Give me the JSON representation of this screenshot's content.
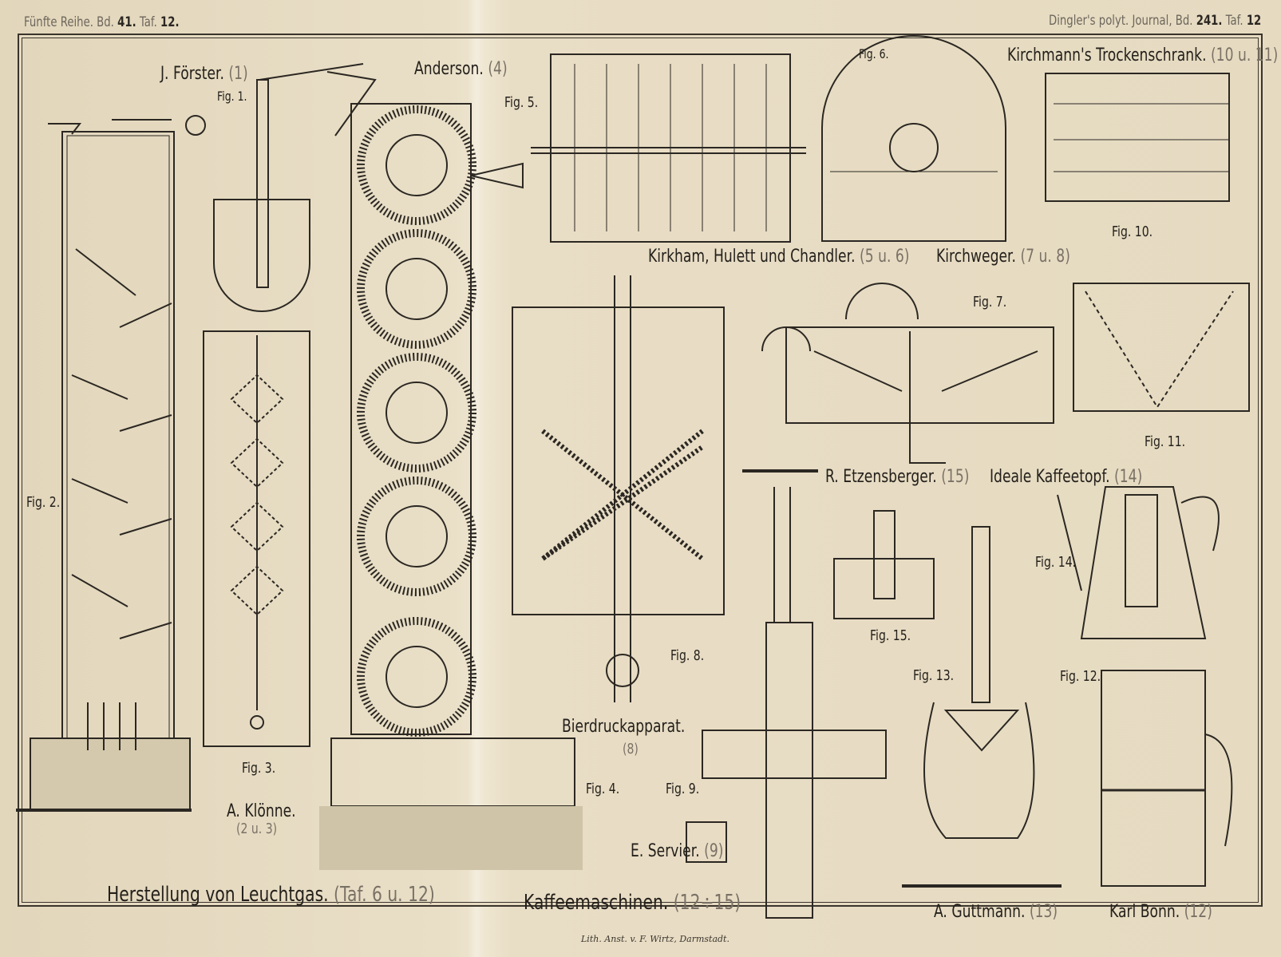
{
  "header": {
    "left": {
      "series": "Fünfte Reihe. Bd.",
      "volume": "41.",
      "taf_label": "Taf.",
      "taf": "12."
    },
    "right": {
      "journal": "Dingler's polyt. Journal, Bd.",
      "volume": "241.",
      "taf_label": "Taf.",
      "taf": "12"
    }
  },
  "labels": {
    "foerster": {
      "name": "J. Förster.",
      "ref": "(1)"
    },
    "fig1": "Fig. 1.",
    "anderson": {
      "name": "Anderson.",
      "ref": "(4)"
    },
    "fig5": "Fig. 5.",
    "fig6": "Fig. 6.",
    "kirchmann": {
      "name": "Kirchmann's Trockenschrank.",
      "ref": "(10 u. 11)"
    },
    "kirkham": {
      "name": "Kirkham, Hulett und Chandler.",
      "ref": "(5 u. 6)"
    },
    "kirchweger": {
      "name": "Kirchweger.",
      "ref": "(7 u. 8)"
    },
    "fig10": "Fig. 10.",
    "fig7": "Fig. 7.",
    "fig11": "Fig. 11.",
    "etzensberger": {
      "name": "R. Etzensberger.",
      "ref": "(15)"
    },
    "kaffeetopf": {
      "name": "Ideale Kaffeetopf.",
      "ref": "(14)"
    },
    "fig2": "Fig. 2.",
    "fig14": "Fig. 14.",
    "fig15": "Fig. 15.",
    "fig8": "Fig. 8.",
    "fig13": "Fig. 13.",
    "fig12": "Fig. 12.",
    "bierdruck": {
      "name": "Bierdruckapparat.",
      "ref": "(8)"
    },
    "fig3": "Fig. 3.",
    "fig4": "Fig. 4.",
    "fig9": "Fig. 9.",
    "kloenne": {
      "name": "A. Klönne.",
      "ref": "(2 u. 3)"
    },
    "servier": {
      "name": "E. Servier.",
      "ref": "(9)"
    },
    "leuchtgas": {
      "name": "Herstellung von Leuchtgas.",
      "ref": "(Taf. 6 u. 12)"
    },
    "kaffeemaschinen": {
      "name": "Kaffeemaschinen.",
      "ref": "(12÷15)"
    },
    "guttmann": {
      "name": "A. Guttmann.",
      "ref": "(13)"
    },
    "bonn": {
      "name": "Karl Bonn.",
      "ref": "(12)"
    }
  },
  "footer": "Lith. Anst. v. F. Wirtz, Darmstadt.",
  "colors": {
    "paper": "#e6dcc3",
    "ink": "#2b2722"
  }
}
